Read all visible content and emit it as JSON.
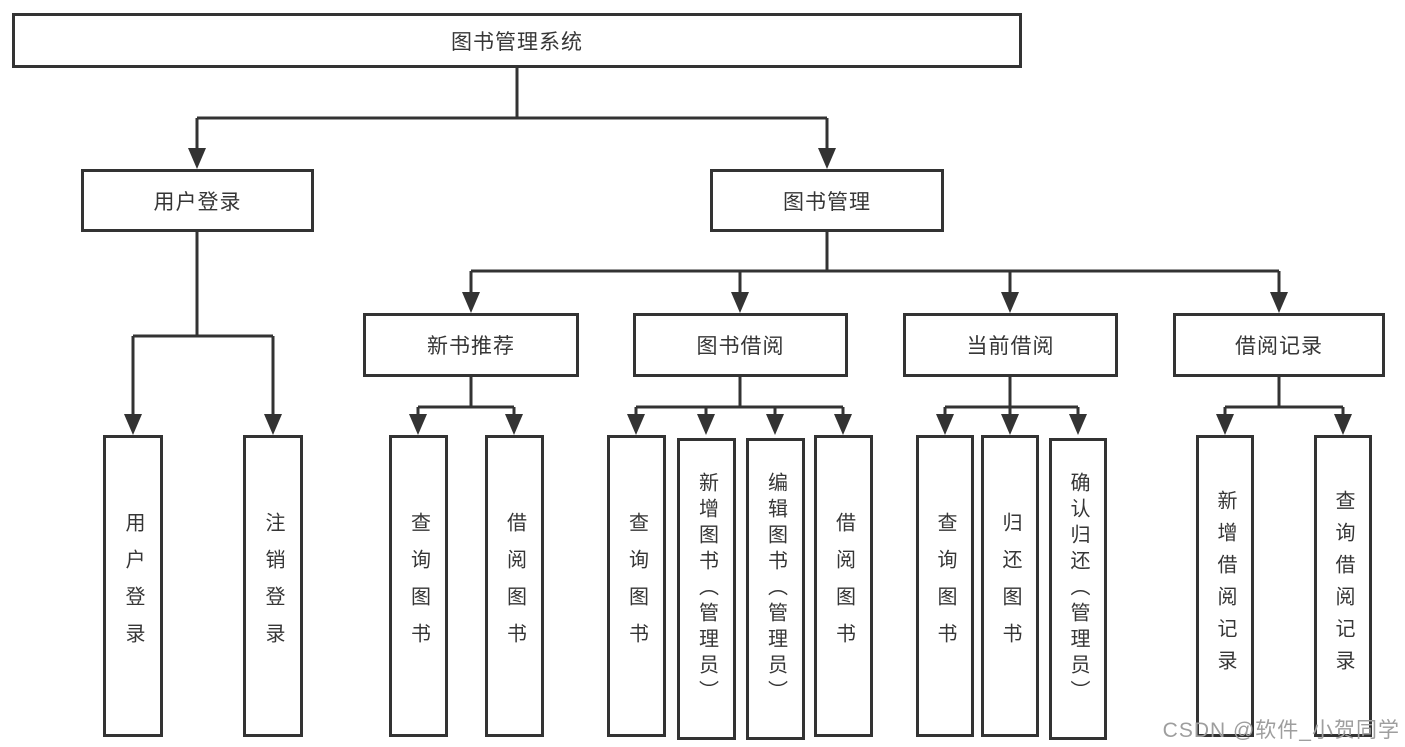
{
  "tree": {
    "root": "图书管理系统",
    "level2": [
      "用户登录",
      "图书管理"
    ],
    "level3": [
      "新书推荐",
      "图书借阅",
      "当前借阅",
      "借阅记录"
    ],
    "leaves": {
      "user_login": [
        "用户登录",
        "注销登录"
      ],
      "new_book": [
        "查询图书",
        "借阅图书"
      ],
      "book_borrow": [
        "查询图书",
        "新增图书（管理员）",
        "编辑图书（管理员）",
        "借阅图书"
      ],
      "current_borrow": [
        "查询图书",
        "归还图书",
        "确认归还（管理员）"
      ],
      "borrow_records": [
        "新增借阅记录",
        "查询借阅记录"
      ]
    }
  },
  "watermark": "CSDN @软件_小贺同学",
  "colors": {
    "line": "#333333",
    "text": "#363636",
    "watermark": "#9e9e9e",
    "background": "#ffffff"
  }
}
